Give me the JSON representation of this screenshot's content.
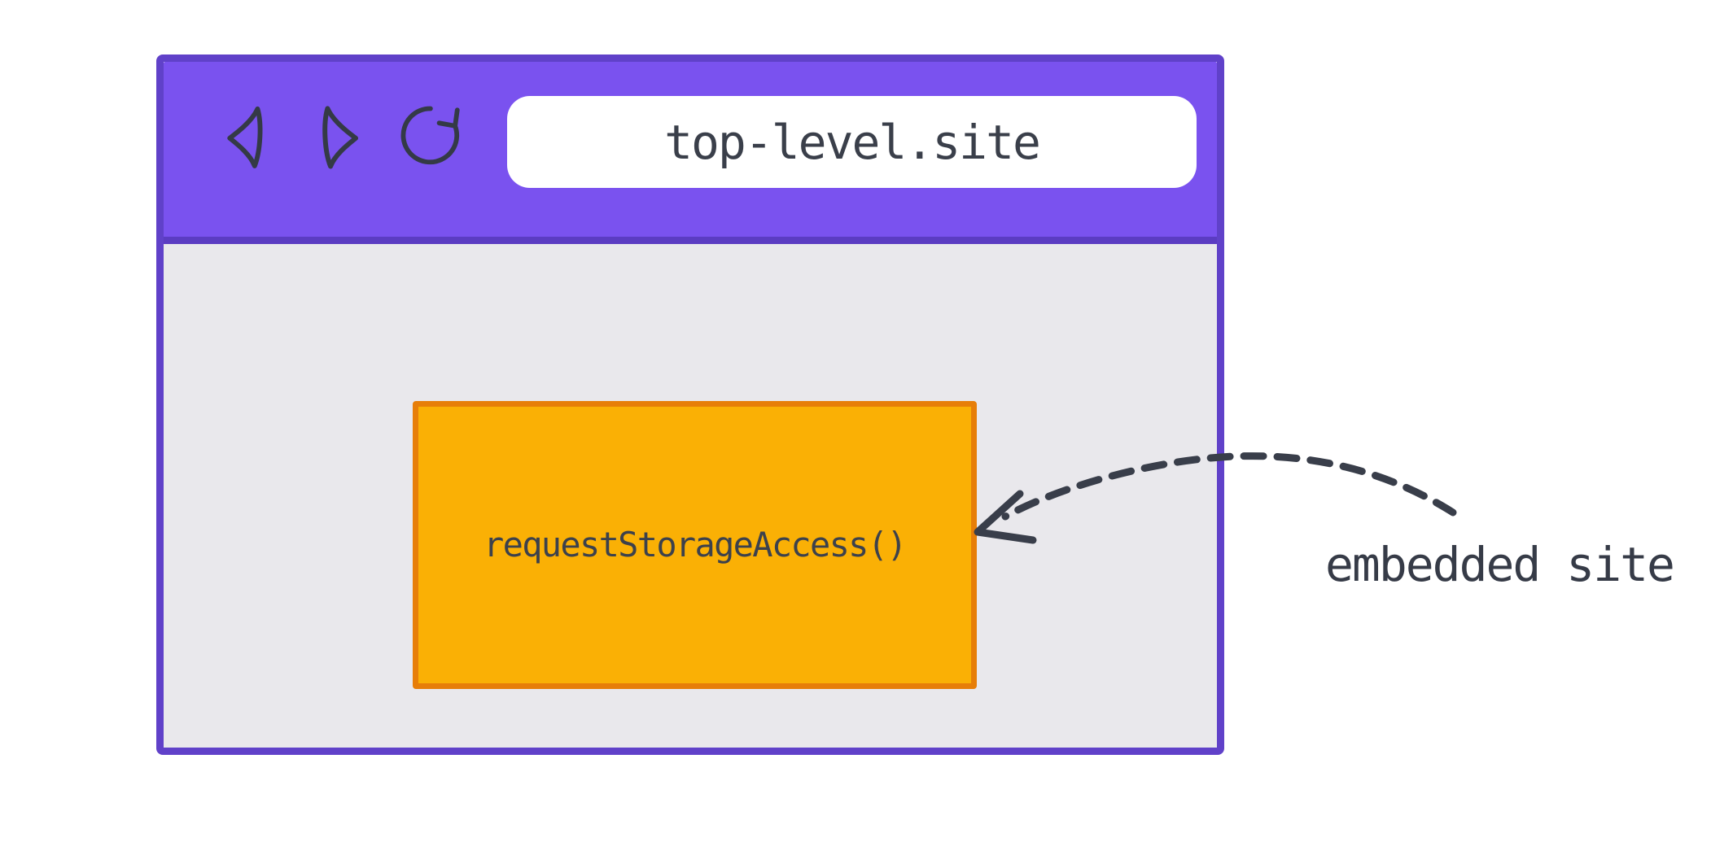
{
  "browser": {
    "toolbar": {
      "icons": [
        {
          "name": "back-icon"
        },
        {
          "name": "forward-icon"
        },
        {
          "name": "reload-icon"
        }
      ],
      "address_bar": {
        "value": "top-level.site"
      }
    },
    "content": {
      "embedded_frame": {
        "label": "requestStorageAccess()"
      }
    }
  },
  "annotation": {
    "label": "embedded site"
  },
  "colors": {
    "toolbar_purple": "#7a52ef",
    "window_border_purple": "#6041c9",
    "toolbar_divider_purple": "#5b3cc2",
    "viewport_gray": "#e9e8ec",
    "frame_fill_orange": "#fab005",
    "frame_border_orange": "#e77e08",
    "ink": "#393e4a",
    "address_bar_white": "#ffffff"
  }
}
